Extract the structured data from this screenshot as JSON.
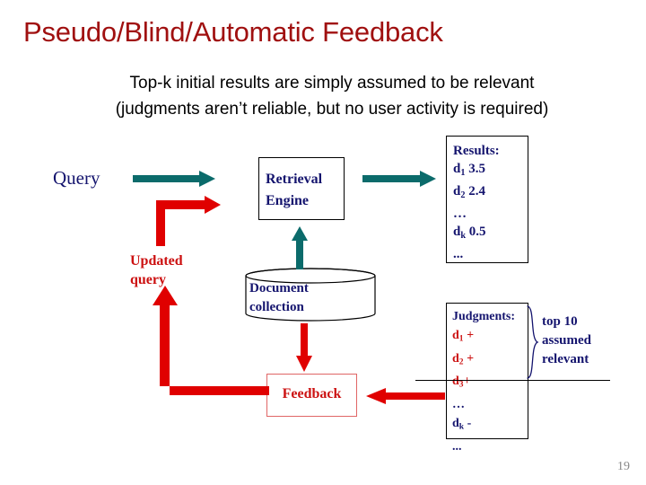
{
  "slide": {
    "title": "Pseudo/Blind/Automatic Feedback",
    "subtitle_line1": "Top-k initial results are simply assumed to be relevant",
    "subtitle_line2": "(judgments aren’t reliable, but no user activity is required)",
    "page_number": "19"
  },
  "colors": {
    "title_red": "#a01010",
    "accent_red": "#cc1111",
    "navy": "#14146e",
    "teal": "#0b6b6b",
    "feedback_border": "#e06666",
    "page_number": "#888888"
  },
  "diagram": {
    "query_label": "Query",
    "updated_query_line1": "Updated",
    "updated_query_line2": "query",
    "retrieval_engine_line1": "Retrieval",
    "retrieval_engine_line2": "Engine",
    "document_collection_line1": "Document",
    "document_collection_line2": "collection",
    "feedback_label": "Feedback",
    "results": {
      "heading": "Results:",
      "rows": [
        {
          "doc": "d",
          "sub": "1",
          "score": "3.5"
        },
        {
          "doc": "d",
          "sub": "2",
          "score": "2.4"
        },
        {
          "doc": "…",
          "sub": "",
          "score": ""
        },
        {
          "doc": "d",
          "sub": "k",
          "score": "0.5"
        },
        {
          "doc": "...",
          "sub": "",
          "score": ""
        }
      ]
    },
    "judgments": {
      "heading": "Judgments:",
      "rows": [
        {
          "doc": "d",
          "sub": "1",
          "mark": "+",
          "highlight": true
        },
        {
          "doc": "d",
          "sub": "2",
          "mark": "+",
          "highlight": true
        },
        {
          "doc": "d",
          "sub": "3",
          "mark": "+",
          "highlight": true
        },
        {
          "doc": "…",
          "sub": "",
          "mark": "",
          "highlight": false
        },
        {
          "doc": "d",
          "sub": "k",
          "mark": "-",
          "highlight": false
        },
        {
          "doc": "...",
          "sub": "",
          "mark": "",
          "highlight": false
        }
      ]
    },
    "callout_line1": "top  10",
    "callout_line2": "assumed",
    "callout_line3": "relevant",
    "arrows": [
      {
        "name": "query-to-retrieval-engine",
        "color": "teal"
      },
      {
        "name": "retrieval-engine-to-results",
        "color": "teal"
      },
      {
        "name": "document-collection-to-retrieval-engine",
        "color": "teal"
      },
      {
        "name": "updated-query-to-retrieval-engine",
        "color": "red"
      },
      {
        "name": "feedback-to-updated-query",
        "color": "red"
      },
      {
        "name": "document-collection-to-feedback",
        "color": "red"
      },
      {
        "name": "judgments-to-feedback",
        "color": "red"
      }
    ]
  }
}
